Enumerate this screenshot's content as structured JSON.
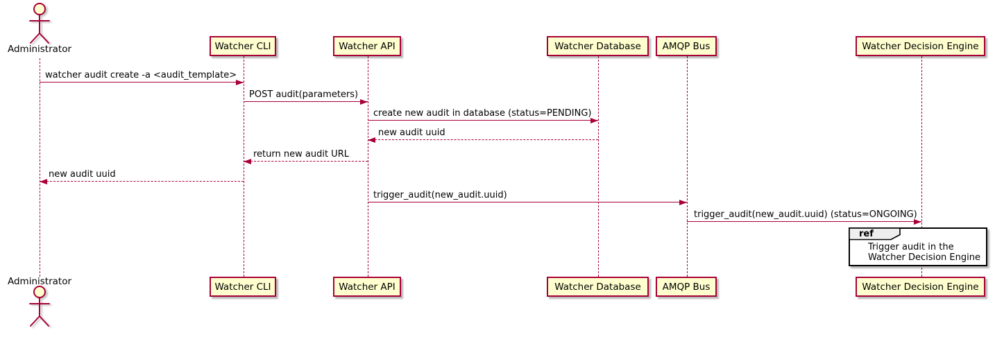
{
  "diagram_type": "sequence",
  "colors": {
    "participant_fill": "#FEFECE",
    "participant_border": "#A80036",
    "line_color": "#A80036",
    "text_color": "#000000",
    "ref_fill": "#FFFFFF",
    "ref_tab_fill": "#EEEEEE",
    "ref_border": "#000000"
  },
  "actor": {
    "label": "Administrator"
  },
  "participants": [
    {
      "label": "Watcher CLI"
    },
    {
      "label": "Watcher API"
    },
    {
      "label": "Watcher Database"
    },
    {
      "label": "AMQP Bus"
    },
    {
      "label": "Watcher Decision Engine"
    }
  ],
  "messages": [
    {
      "from": "Administrator",
      "to": "Watcher CLI",
      "text": "watcher audit create -a <audit_template>",
      "line": "solid"
    },
    {
      "from": "Watcher CLI",
      "to": "Watcher API",
      "text": "POST audit(parameters)",
      "line": "solid"
    },
    {
      "from": "Watcher API",
      "to": "Watcher Database",
      "text": "create new audit in database (status=PENDING)",
      "line": "solid"
    },
    {
      "from": "Watcher Database",
      "to": "Watcher API",
      "text": "new audit uuid",
      "line": "dashed"
    },
    {
      "from": "Watcher API",
      "to": "Watcher CLI",
      "text": "return new audit URL",
      "line": "dashed"
    },
    {
      "from": "Watcher CLI",
      "to": "Administrator",
      "text": "new audit uuid",
      "line": "dashed"
    },
    {
      "from": "Watcher API",
      "to": "AMQP Bus",
      "text": "trigger_audit(new_audit.uuid)",
      "line": "solid"
    },
    {
      "from": "AMQP Bus",
      "to": "Watcher Decision Engine",
      "text": "trigger_audit(new_audit.uuid) (status=ONGOING)",
      "line": "solid"
    }
  ],
  "ref": {
    "keyword": "ref",
    "line1": "Trigger audit in the",
    "line2": "Watcher Decision Engine"
  }
}
